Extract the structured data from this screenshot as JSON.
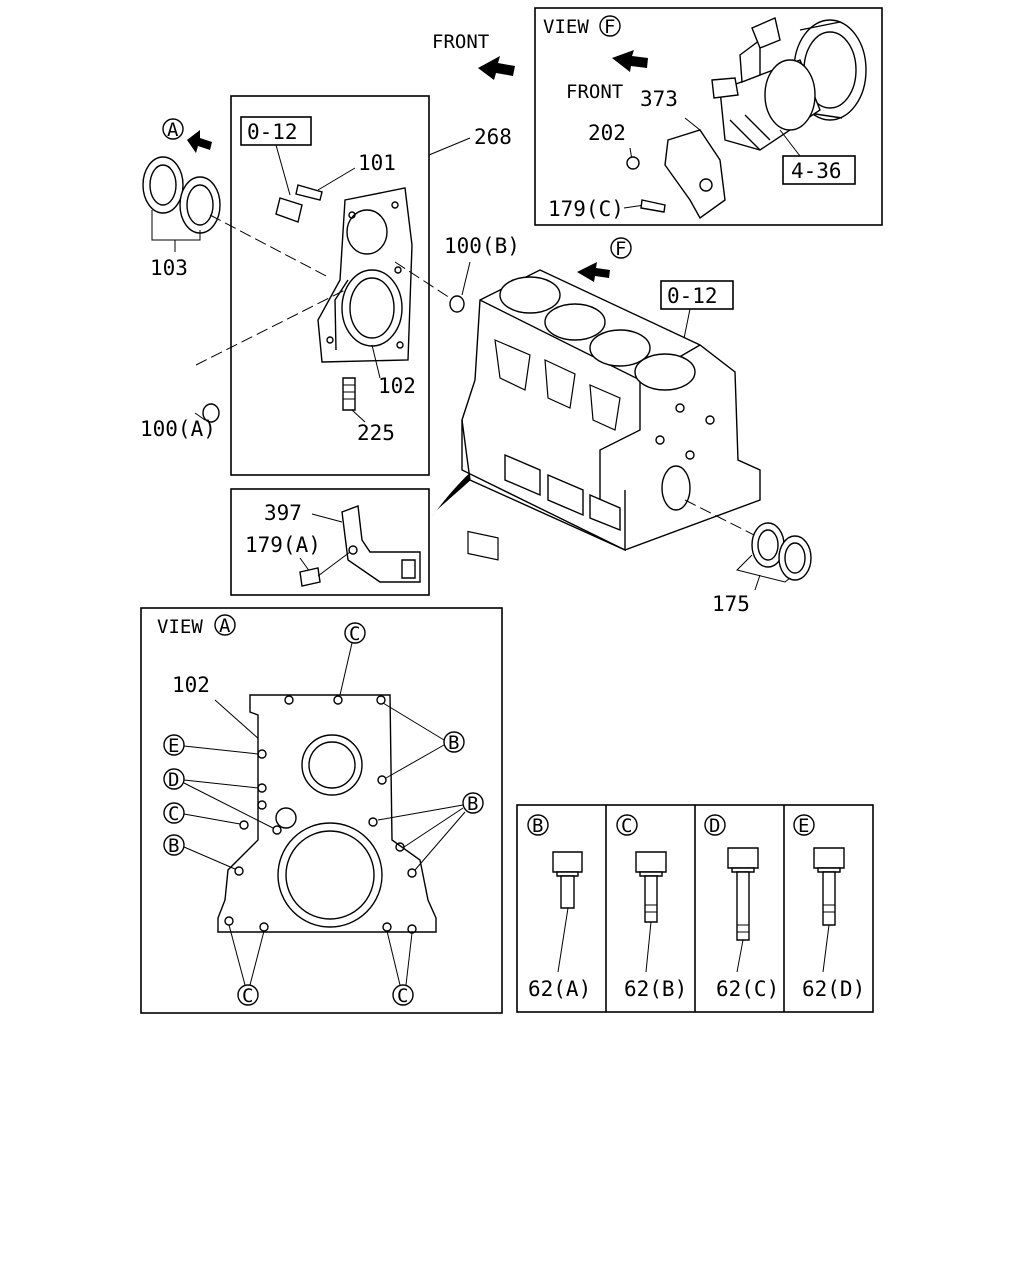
{
  "labels": {
    "front_top": "FRONT",
    "front_view_f": "FRONT",
    "view_f": "VIEW",
    "view_a": "VIEW",
    "ref_0_12_left": "0-12",
    "ref_0_12_block": "0-12",
    "ref_4_36": "4-36",
    "p268": "268",
    "p101": "101",
    "p103": "103",
    "p100b": "100(B)",
    "p100a": "100(A)",
    "p102": "102",
    "p225": "225",
    "p373": "373",
    "p202": "202",
    "p179c": "179(C)",
    "p397": "397",
    "p179a": "179(A)",
    "p175": "175",
    "p102_view": "102",
    "p62a": "62(A)",
    "p62b": "62(B)",
    "p62c": "62(C)",
    "p62d": "62(D)"
  },
  "callouts": {
    "A": "A",
    "F": "F",
    "B": "B",
    "C": "C",
    "D": "D",
    "E": "E"
  }
}
